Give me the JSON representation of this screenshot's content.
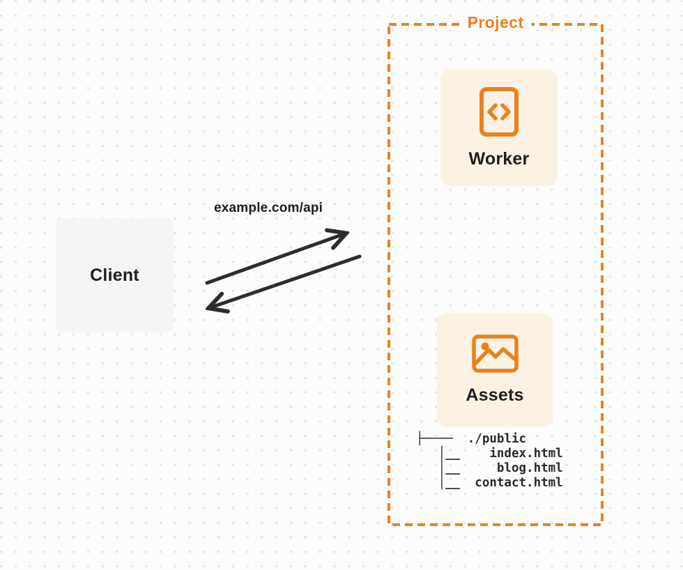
{
  "colors": {
    "page_bg": "#FCFCFC",
    "dot": "#E3E3E3",
    "accent": "#E8821F",
    "card_bg": "#FBF2E3",
    "client_bg": "#F5F5F6",
    "arrow": "#2D2D2D",
    "text": "#1F1F1F"
  },
  "client": {
    "label": "Client"
  },
  "request": {
    "url_label": "example.com/api"
  },
  "project": {
    "label": "Project",
    "worker": {
      "label": "Worker",
      "icon": "code-file-icon"
    },
    "assets": {
      "label": "Assets",
      "icon": "image-icon",
      "file_tree": [
        "├────  ./public",
        "   │__    index.html",
        "   │__     blog.html",
        "   │__  contact.html"
      ]
    }
  }
}
